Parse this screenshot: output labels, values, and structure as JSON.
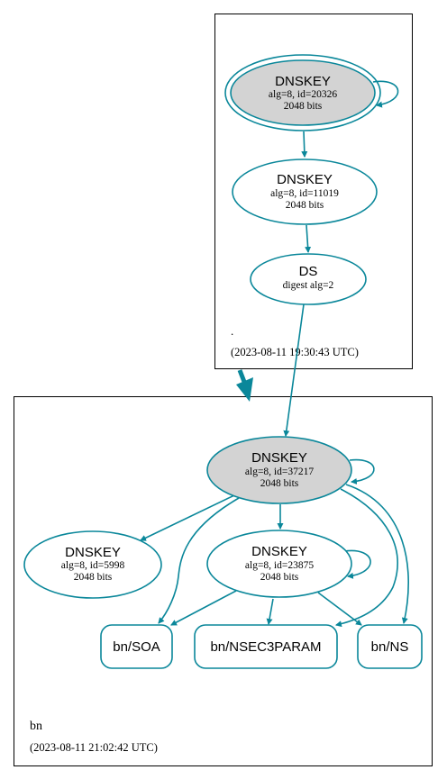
{
  "colors": {
    "edge": "#0a879a",
    "node_stroke": "#0a879a",
    "trust_anchor_fill": "#d3d3d3",
    "cluster_border": "#000000",
    "background": "#ffffff"
  },
  "root_zone": {
    "name": ".",
    "timestamp": "(2023-08-11 19:30:43 UTC)",
    "ksk": {
      "type": "DNSKEY",
      "detail": "alg=8, id=20326",
      "bits": "2048 bits"
    },
    "zsk": {
      "type": "DNSKEY",
      "detail": "alg=8, id=11019",
      "bits": "2048 bits"
    },
    "ds": {
      "type": "DS",
      "detail": "digest alg=2"
    }
  },
  "bn_zone": {
    "name": "bn",
    "timestamp": "(2023-08-11 21:02:42 UTC)",
    "ksk": {
      "type": "DNSKEY",
      "detail": "alg=8, id=37217",
      "bits": "2048 bits"
    },
    "key2": {
      "type": "DNSKEY",
      "detail": "alg=8, id=5998",
      "bits": "2048 bits"
    },
    "zsk": {
      "type": "DNSKEY",
      "detail": "alg=8, id=23875",
      "bits": "2048 bits"
    },
    "rrsets": {
      "soa": "bn/SOA",
      "nsec3param": "bn/NSEC3PARAM",
      "ns": "bn/NS"
    }
  }
}
